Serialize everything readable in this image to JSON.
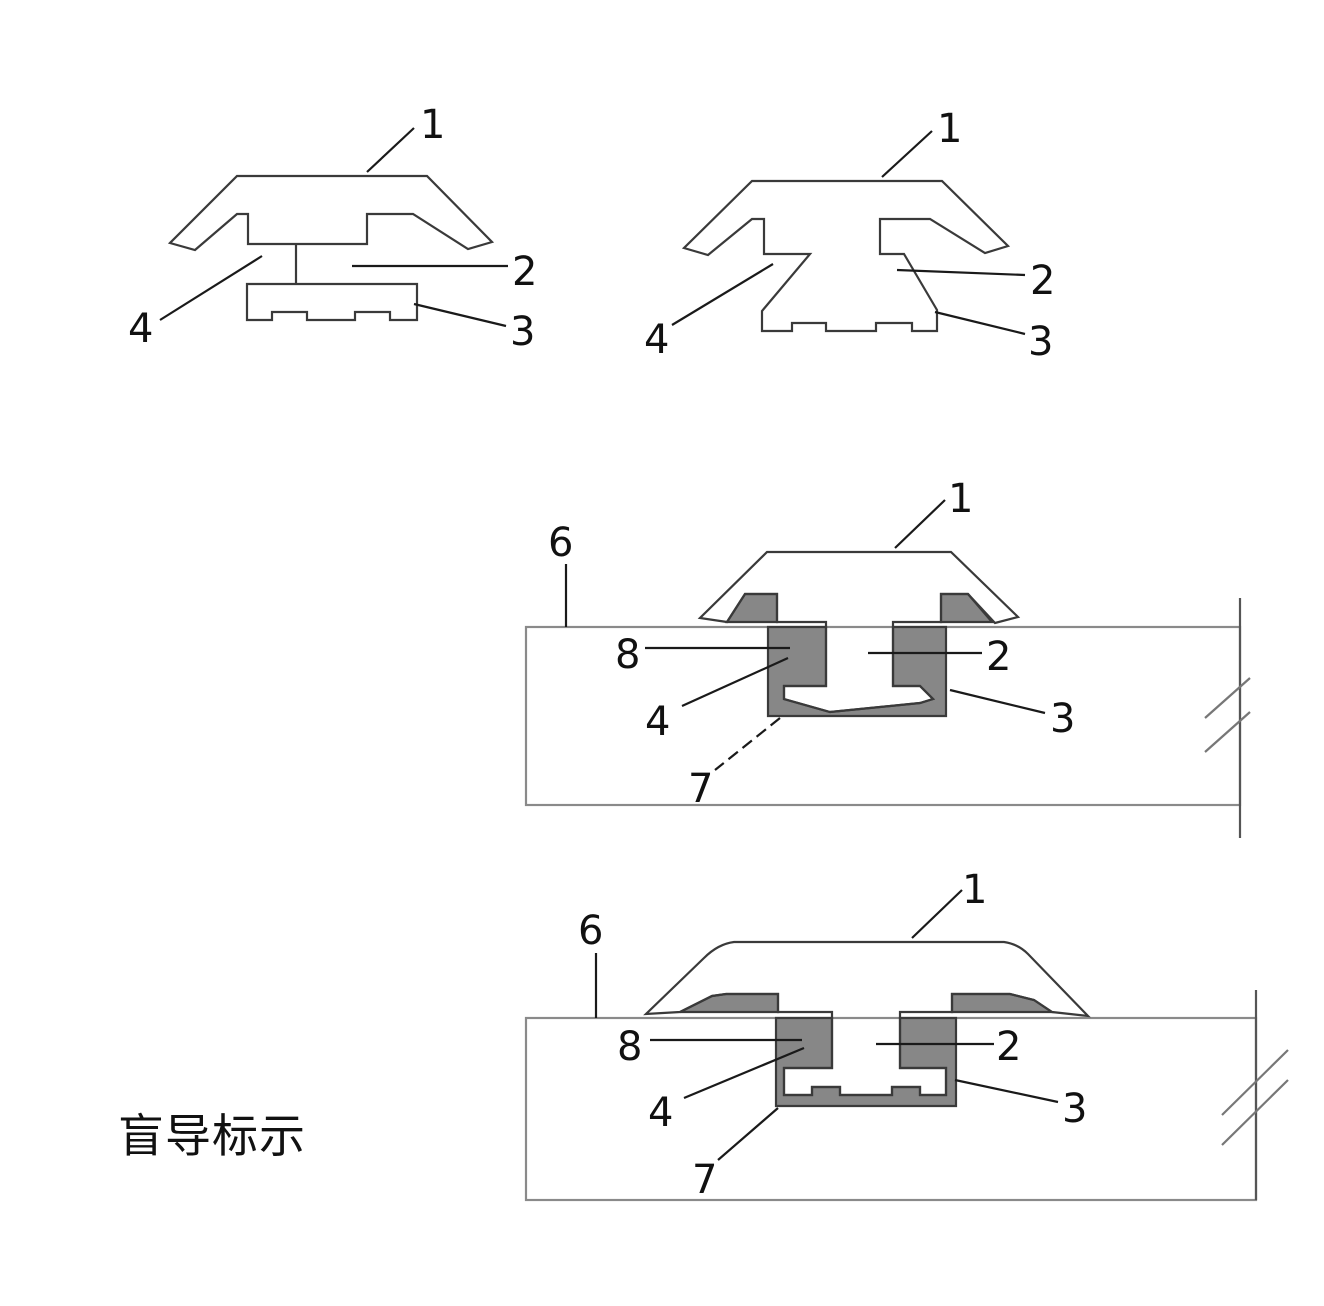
{
  "labels": {
    "one": "1",
    "two": "2",
    "three": "3",
    "four": "4",
    "six": "6",
    "seven": "7",
    "eight": "8"
  },
  "caption": "盲导标示",
  "colors": {
    "outline": "#3a3a3a",
    "fill_gray": "#878787",
    "slab_edge": "#8a8a8a"
  }
}
